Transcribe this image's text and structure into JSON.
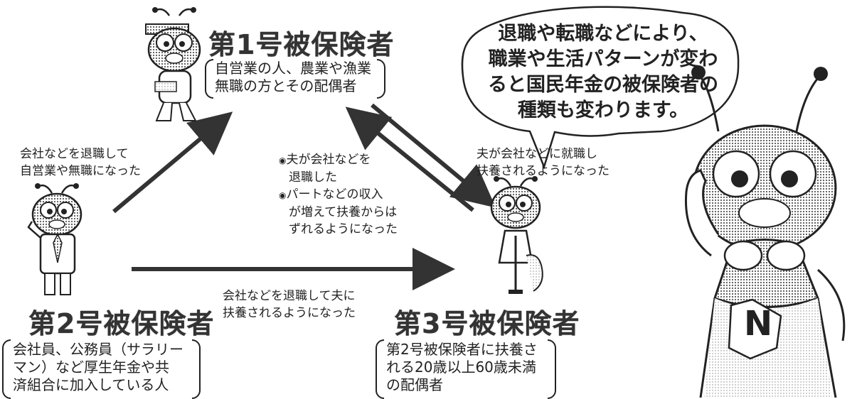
{
  "bubble": {
    "lines": [
      "退職や転職などにより、",
      "職業や生活パターンが変わ",
      "ると国民年金の被保険者の",
      "種類も変わります。"
    ]
  },
  "insured1": {
    "title": "第1号被保険者",
    "desc": [
      "自営業の人、農業や漁業",
      "無職の方とその配偶者"
    ]
  },
  "insured2": {
    "title": "第2号被保険者",
    "desc": [
      "会社員、公務員（サラリー",
      "マン）など厚生年金や共",
      "済組合に加入している人"
    ]
  },
  "insured3": {
    "title": "第3号被保険者",
    "desc": [
      "第2号被保険者に扶養さ",
      "れる20歳以上60歳未満",
      "の配偶者"
    ]
  },
  "transitions": {
    "from2to1": [
      "会社などを退職して",
      "自営業や無職になった"
    ],
    "from3to1": [
      "夫が会社などを",
      "退職した",
      "パートなどの収入",
      "が増えて扶養からは",
      "ずれるようになった"
    ],
    "from1to3": [
      "夫が会社などに就職し",
      "扶養されるようになった"
    ],
    "from2to3": [
      "会社などを退職して夫に",
      "扶養されるようになった"
    ]
  },
  "mascot": {
    "badge": "N"
  }
}
